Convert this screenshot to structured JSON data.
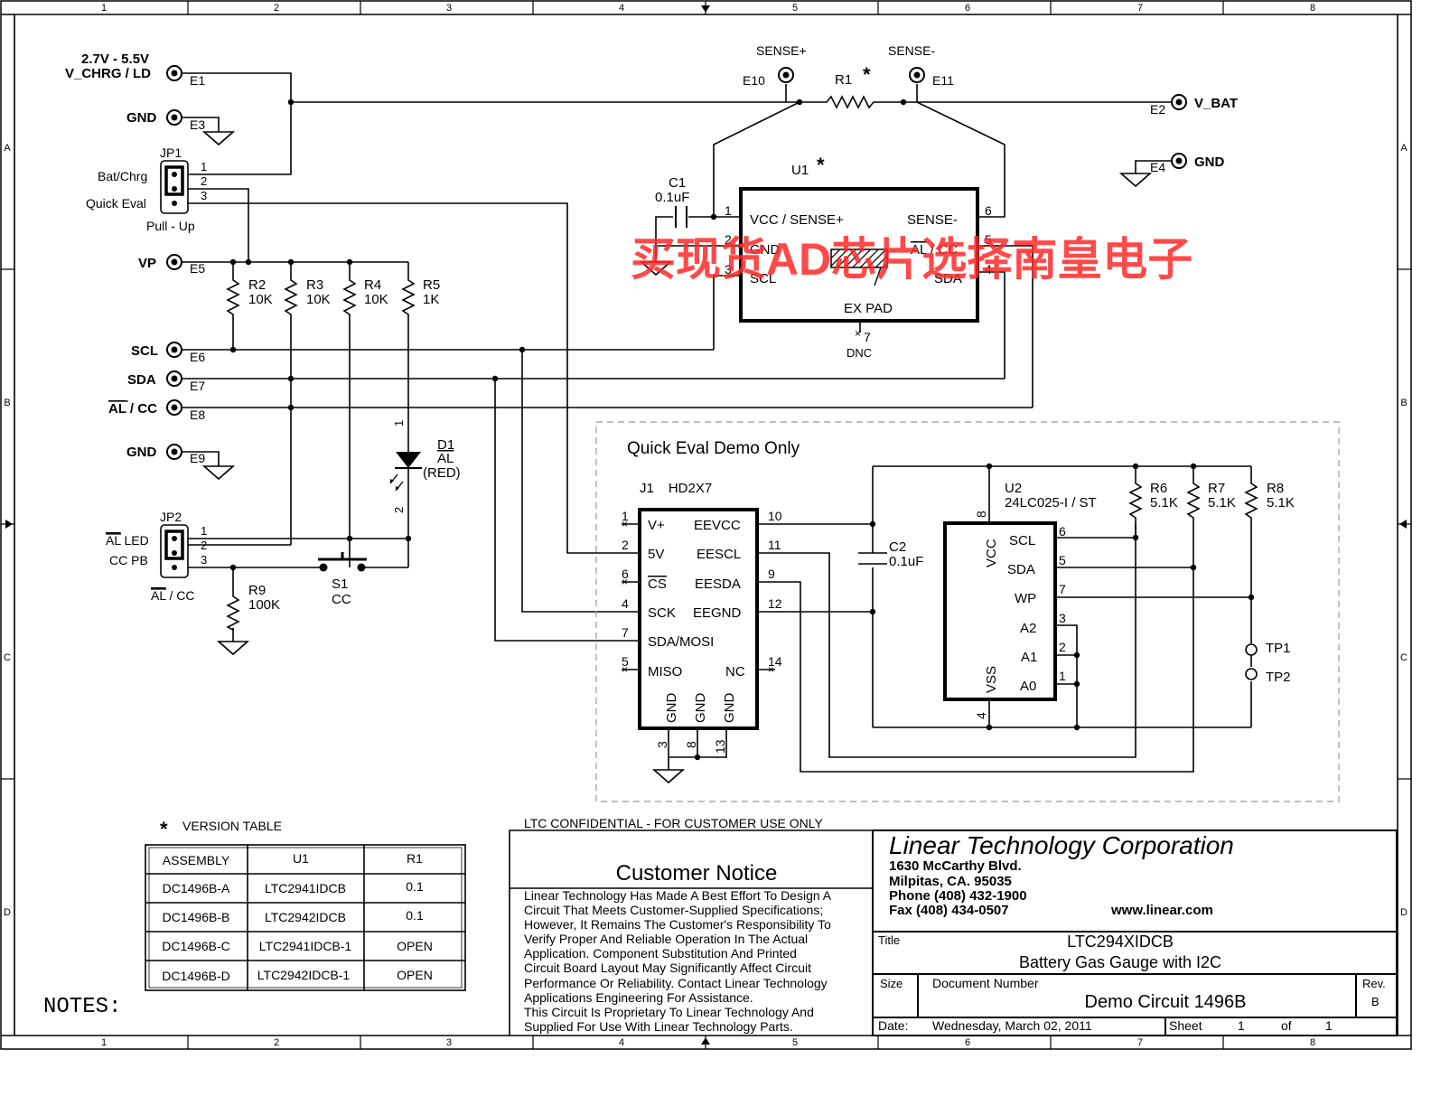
{
  "frame": {
    "column_numbers": [
      "1",
      "2",
      "3",
      "4",
      "5",
      "6",
      "7",
      "8"
    ],
    "row_letters": [
      "A",
      "B",
      "C",
      "D"
    ]
  },
  "power": {
    "vchrg_range": "2.7V - 5.5V",
    "vchrg_label": "V_CHRG / LD",
    "gnd_label": "GND",
    "vp_label": "VP",
    "scl_label": "SCL",
    "sda_label": "SDA",
    "al_label": "AL",
    "cc_suffix": " / CC",
    "vbat_label": "V_BAT"
  },
  "terminals": [
    "E1",
    "E2",
    "E3",
    "E4",
    "E5",
    "E6",
    "E7",
    "E8",
    "E9",
    "E10",
    "E11"
  ],
  "sense": {
    "plus": "SENSE+",
    "minus": "SENSE-"
  },
  "jp1": {
    "ref": "JP1",
    "bat_chrg": "Bat/Chrg",
    "quick_eval": "Quick Eval",
    "pullup": "Pull - Up",
    "pins": [
      "1",
      "2",
      "3"
    ]
  },
  "jp2": {
    "ref": "JP2",
    "al_led_prefix": "AL",
    "al_led_suffix": " LED",
    "cc_pb": "CC PB",
    "al": "AL",
    "cc_suffix": " / CC",
    "pins": [
      "1",
      "2",
      "3"
    ]
  },
  "resistors": {
    "r1": {
      "ref": "R1",
      "star": "*"
    },
    "r2": {
      "ref": "R2",
      "value": "10K"
    },
    "r3": {
      "ref": "R3",
      "value": "10K"
    },
    "r4": {
      "ref": "R4",
      "value": "10K"
    },
    "r5": {
      "ref": "R5",
      "value": "1K"
    },
    "r6": {
      "ref": "R6",
      "value": "5.1K"
    },
    "r7": {
      "ref": "R7",
      "value": "5.1K"
    },
    "r8": {
      "ref": "R8",
      "value": "5.1K"
    },
    "r9": {
      "ref": "R9",
      "value": "100K"
    }
  },
  "c1": {
    "ref": "C1",
    "value": "0.1uF"
  },
  "c2": {
    "ref": "C2",
    "value": "0.1uF"
  },
  "d1": {
    "ref": "D1",
    "name": "AL",
    "color": "(RED)",
    "pin1": "1",
    "pin2": "2"
  },
  "s1": {
    "ref": "S1",
    "name": "CC"
  },
  "u1": {
    "ref": "U1",
    "star": "*",
    "vcc": "VCC / SENSE+",
    "gnd": "GND",
    "scl": "SCL",
    "sense_minus": "SENSE-",
    "al": "AL",
    "cc_suffix": " / CC",
    "sda": "SDA",
    "expad": "EX PAD",
    "dnc": "DNC",
    "pins": [
      "1",
      "2",
      "3",
      "4",
      "5",
      "6",
      "7"
    ]
  },
  "quick_eval": {
    "title": "Quick Eval Demo Only"
  },
  "j1": {
    "ref": "J1",
    "part": "HD2X7",
    "left": [
      "V+",
      "5V",
      "CS",
      "SCK",
      "SDA/MOSI",
      "MISO"
    ],
    "right": [
      "EEVCC",
      "EESCL",
      "EESDA",
      "EEGND",
      "NC"
    ],
    "left_pins": [
      "1",
      "2",
      "6",
      "4",
      "7",
      "5"
    ],
    "right_pins": [
      "10",
      "11",
      "9",
      "12",
      "14"
    ],
    "gnd": "GND",
    "bottom_pins": [
      "3",
      "8",
      "13"
    ]
  },
  "u2": {
    "ref": "U2",
    "part": "24LC025-I / ST",
    "vcc": "VCC",
    "vss": "VSS",
    "right": [
      "SCL",
      "SDA",
      "WP",
      "A2",
      "A1",
      "A0"
    ],
    "right_pins": [
      "6",
      "5",
      "7",
      "3",
      "2",
      "1"
    ],
    "top_pin": "8",
    "bottom_pin": "4"
  },
  "testpoints": [
    "TP1",
    "TP2"
  ],
  "version_table": {
    "star": "*",
    "title": "VERSION TABLE",
    "headers": [
      "ASSEMBLY",
      "U1",
      "R1"
    ],
    "rows": [
      [
        "DC1496B-A",
        "LTC2941IDCB",
        "0.1"
      ],
      [
        "DC1496B-B",
        "LTC2942IDCB",
        "0.1"
      ],
      [
        "DC1496B-C",
        "LTC2941IDCB-1",
        "OPEN"
      ],
      [
        "DC1496B-D",
        "LTC2942IDCB-1",
        "OPEN"
      ]
    ]
  },
  "notes": "NOTES:",
  "confidential": "LTC CONFIDENTIAL - FOR CUSTOMER USE ONLY",
  "customer_notice": {
    "title": "Customer Notice",
    "lines": [
      "Linear Technology Has Made A Best Effort To Design A",
      "Circuit That Meets Customer-Supplied Specifications;",
      "However, It Remains The Customer's Responsibility To",
      "Verify Proper And Reliable Operation In The Actual",
      "Application. Component Substitution And Printed",
      "Circuit Board Layout May Significantly Affect Circuit",
      "Performance Or Reliability. Contact Linear Technology",
      "Applications Engineering For Assistance.",
      "This Circuit Is Proprietary To Linear Technology And",
      "Supplied For Use With Linear Technology Parts."
    ]
  },
  "company": {
    "name": "Linear Technology Corporation",
    "address1": "1630 McCarthy Blvd.",
    "address2": "Milpitas, CA. 95035",
    "phone": "Phone (408) 432-1900",
    "fax": "Fax (408) 434-0507",
    "web": "www.linear.com"
  },
  "title_block": {
    "title_label": "Title",
    "title_line1": "LTC294XIDCB",
    "title_line2": "Battery Gas Gauge with I2C",
    "size_label": "Size",
    "docnum_label": "Document Number",
    "docnum": "Demo Circuit  1496B",
    "rev_label": "Rev.",
    "rev": "B",
    "date_label": "Date:",
    "date": "Wednesday, March 02, 2011",
    "sheet_label": "Sheet",
    "sheet_num": "1",
    "of_label": "of",
    "sheet_total": "1"
  },
  "watermark": "买现货AD芯片选择南皇电子"
}
